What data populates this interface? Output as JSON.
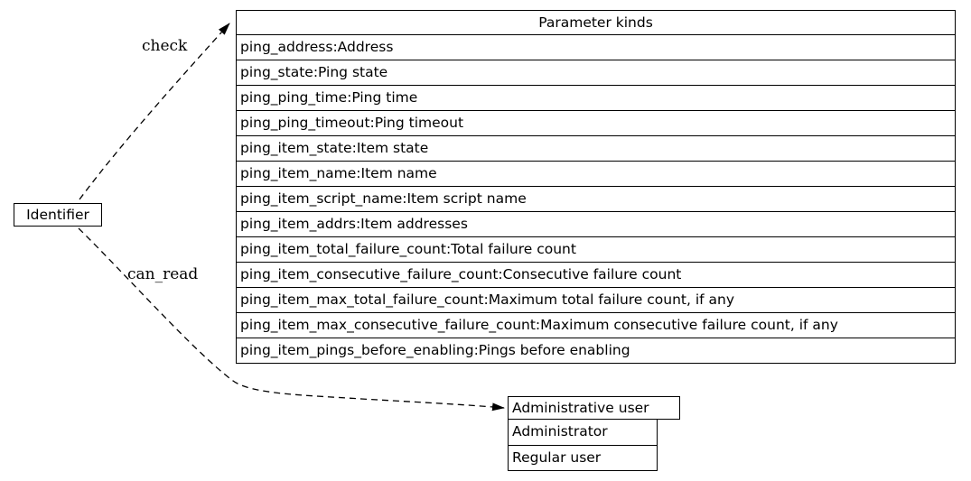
{
  "diagram": {
    "identifier_node": {
      "label": "Identifier"
    },
    "edges": {
      "check": {
        "label": "check"
      },
      "can_read": {
        "label": "can_read"
      }
    },
    "parameter_table": {
      "title": "Parameter kinds",
      "rows": [
        "ping_address:Address",
        "ping_state:Ping state",
        "ping_ping_time:Ping time",
        "ping_ping_timeout:Ping timeout",
        "ping_item_state:Item state",
        "ping_item_name:Item name",
        "ping_item_script_name:Item script name",
        "ping_item_addrs:Item addresses",
        "ping_item_total_failure_count:Total failure count",
        "ping_item_consecutive_failure_count:Consecutive failure count",
        "ping_item_max_total_failure_count:Maximum total failure count, if any",
        "ping_item_max_consecutive_failure_count:Maximum consecutive failure count, if any",
        "ping_item_pings_before_enabling:Pings before enabling"
      ]
    },
    "user_table": {
      "title": "Administrative user",
      "rows": [
        "Administrator",
        "Regular user"
      ]
    },
    "colors": {
      "line": "#000000",
      "text": "#000000",
      "background": "#ffffff"
    }
  }
}
